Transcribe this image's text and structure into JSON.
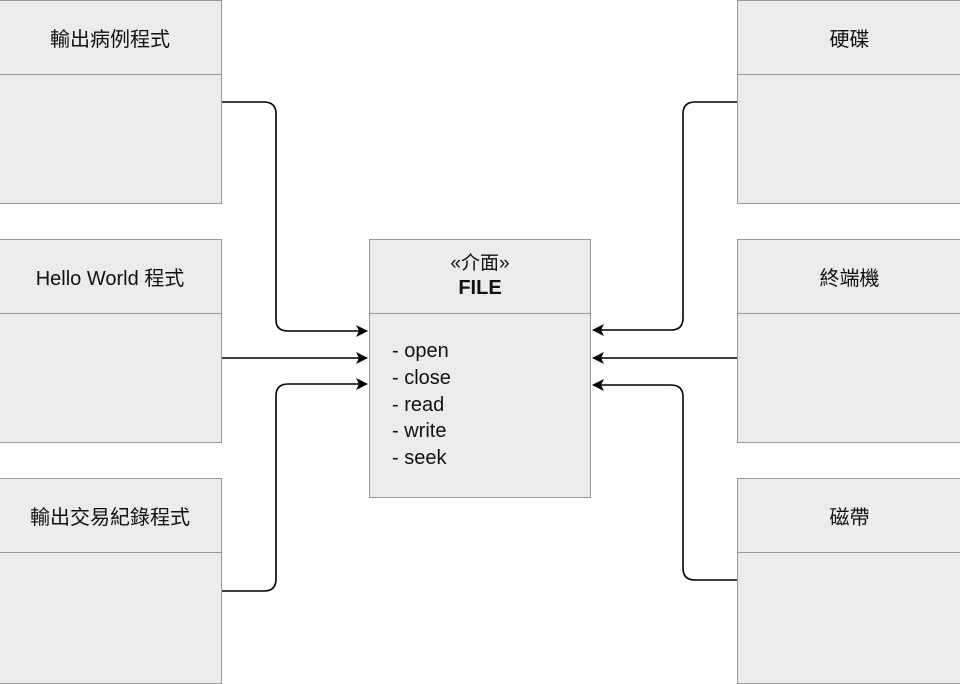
{
  "left_modules": [
    {
      "label": "輸出病例程式"
    },
    {
      "label": "Hello World 程式"
    },
    {
      "label": "輸出交易紀錄程式"
    }
  ],
  "right_modules": [
    {
      "label": "硬碟"
    },
    {
      "label": "終端機"
    },
    {
      "label": "磁帶"
    }
  ],
  "interface": {
    "stereotype": "«介面»",
    "name": "FILE",
    "operations": [
      "- open",
      "- close",
      "- read",
      "- write",
      "- seek"
    ]
  },
  "colors": {
    "box_fill": "#ececec",
    "box_border": "#999999",
    "connector": "#000000"
  }
}
